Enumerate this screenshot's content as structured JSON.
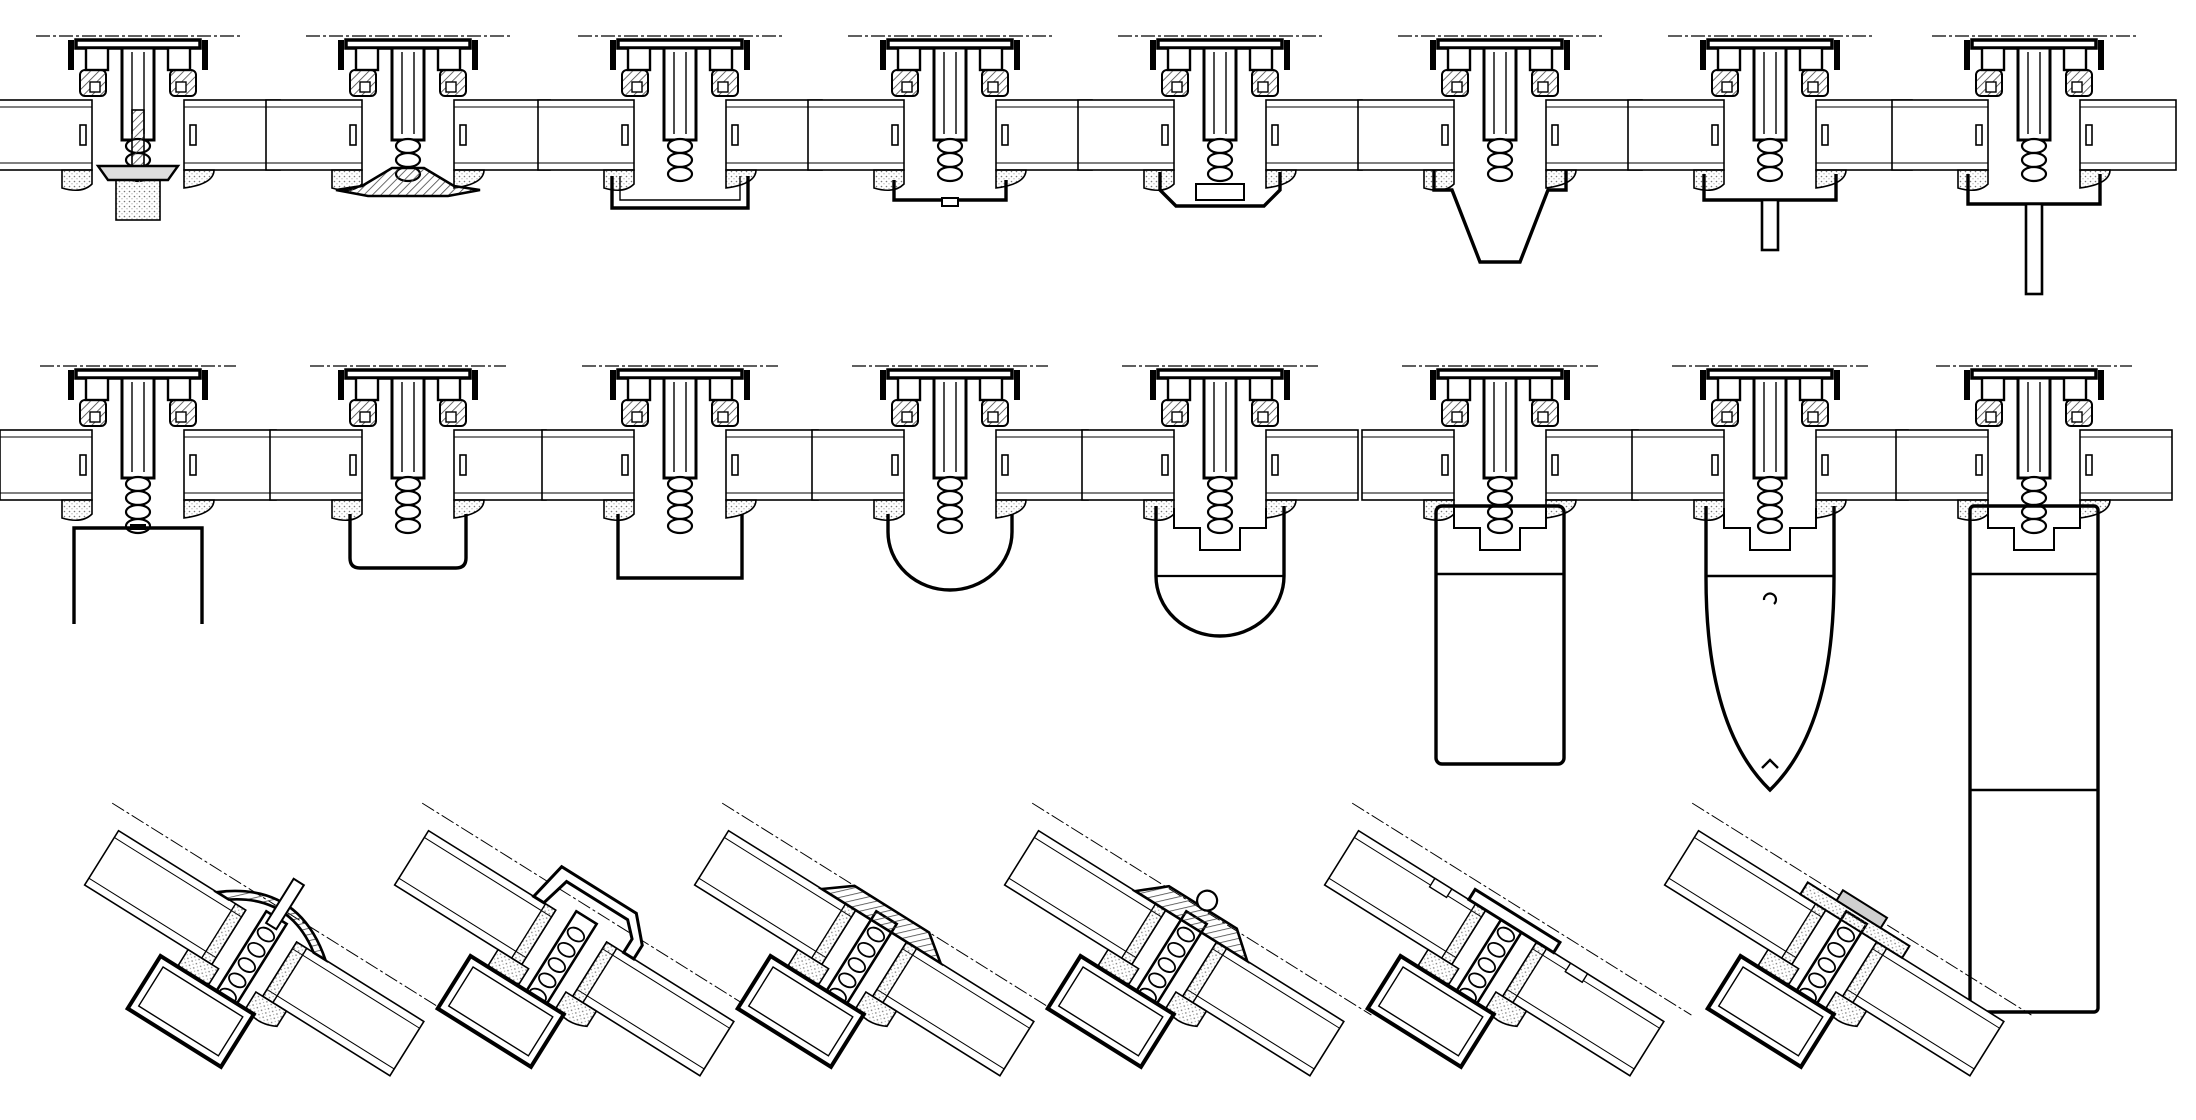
{
  "drawing": {
    "line_color": "#000000",
    "fill_color": "#ffffff",
    "hatch_color": "#555555",
    "rows": [
      {
        "id": "row-1",
        "details": [
          {
            "id": "d1",
            "cover": "screw-plate"
          },
          {
            "id": "d2",
            "cover": "flat-trapezoid"
          },
          {
            "id": "d3",
            "cover": "wide-flat"
          },
          {
            "id": "d4",
            "cover": "narrow-flat"
          },
          {
            "id": "d5",
            "cover": "chamfered"
          },
          {
            "id": "d6",
            "cover": "funnel"
          },
          {
            "id": "d7",
            "cover": "short-fin"
          },
          {
            "id": "d8",
            "cover": "long-fin"
          }
        ]
      },
      {
        "id": "row-2",
        "details": [
          {
            "id": "d9",
            "cover": "open-channel"
          },
          {
            "id": "d10",
            "cover": "rounded-box"
          },
          {
            "id": "d11",
            "cover": "square-box"
          },
          {
            "id": "d12",
            "cover": "half-round"
          },
          {
            "id": "d13",
            "cover": "box-half-round"
          },
          {
            "id": "d14",
            "cover": "deep-box"
          },
          {
            "id": "d15",
            "cover": "pointed-nose"
          },
          {
            "id": "d16",
            "cover": "extra-deep-box"
          }
        ]
      },
      {
        "id": "row-3",
        "details": [
          {
            "id": "d17",
            "cover": "slope-domed-cap"
          },
          {
            "id": "d18",
            "cover": "slope-gutter-cap"
          },
          {
            "id": "d19",
            "cover": "slope-low-cap"
          },
          {
            "id": "d20",
            "cover": "slope-screw-cap"
          },
          {
            "id": "d21",
            "cover": "slope-flush-plate"
          },
          {
            "id": "d22",
            "cover": "slope-hatched-plate"
          }
        ]
      }
    ]
  }
}
